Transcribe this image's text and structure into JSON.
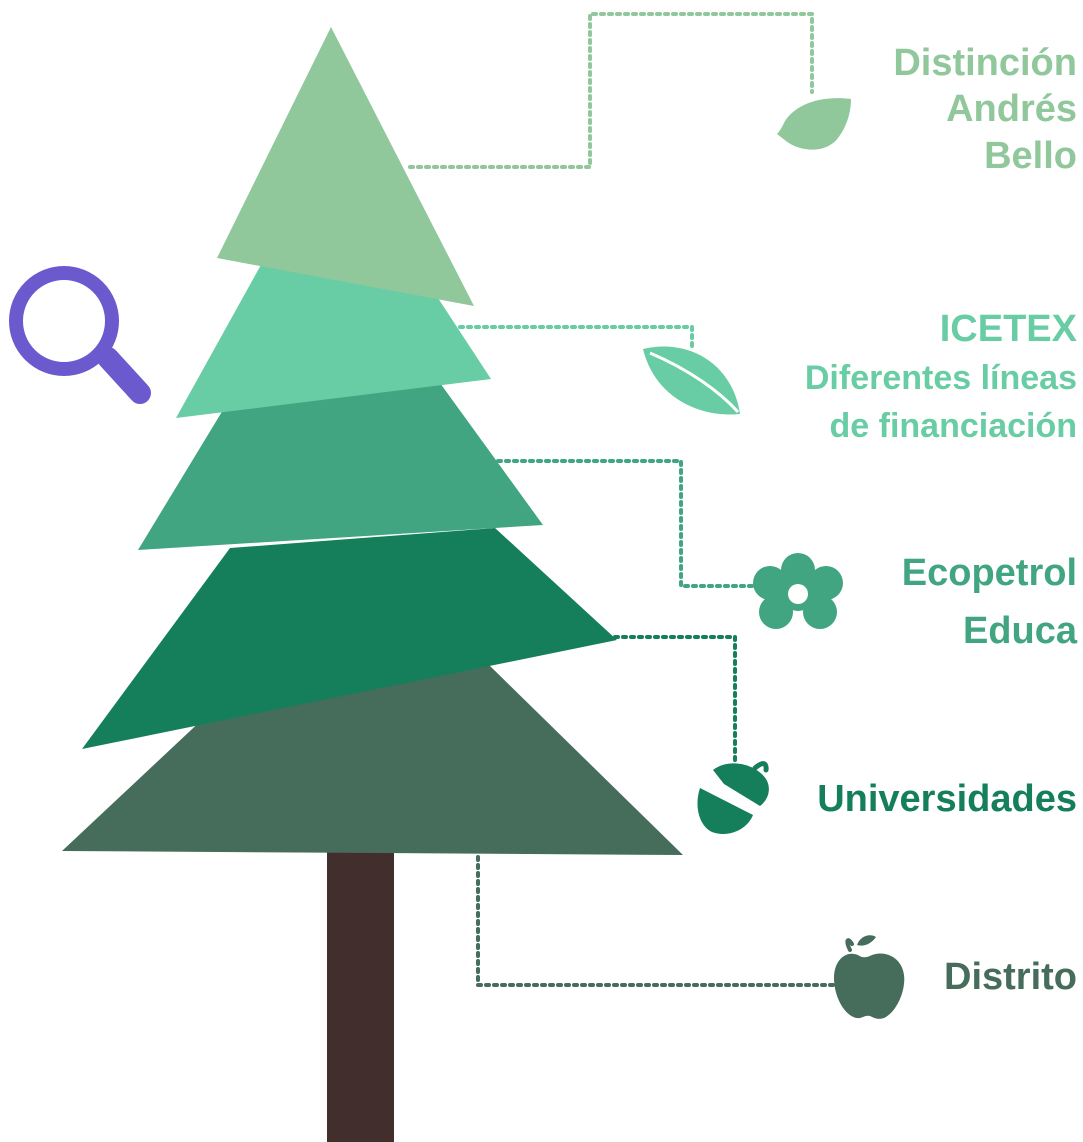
{
  "colors": {
    "tier_top": "#90c79b",
    "tier_2": "#68cda4",
    "tier_3": "#40a580",
    "tier_4": "#157e5b",
    "tier_bottom": "#466d5c",
    "trunk": "#422e2d",
    "magnifier": "#6a5acd"
  },
  "icons": {
    "magnifier": "magnifier-icon",
    "leaf_round": "leaf-round-icon",
    "leaf_long": "leaf-long-icon",
    "flower": "flower-icon",
    "acorn": "acorn-icon",
    "apple": "apple-icon"
  },
  "labels": {
    "distincion": {
      "lines": [
        "Distinción",
        "Andrés",
        "Bello"
      ],
      "color": "#90c79b"
    },
    "icetex": {
      "title": "ICETEX",
      "lines": [
        "Diferentes líneas",
        "de financiación"
      ],
      "color": "#68cda4"
    },
    "ecopetrol": {
      "lines": [
        "Ecopetrol",
        "Educa"
      ],
      "color": "#40a580"
    },
    "universidades": {
      "text": "Universidades",
      "color": "#157e5b"
    },
    "distrito": {
      "text": "Distrito",
      "color": "#466d5c"
    }
  }
}
